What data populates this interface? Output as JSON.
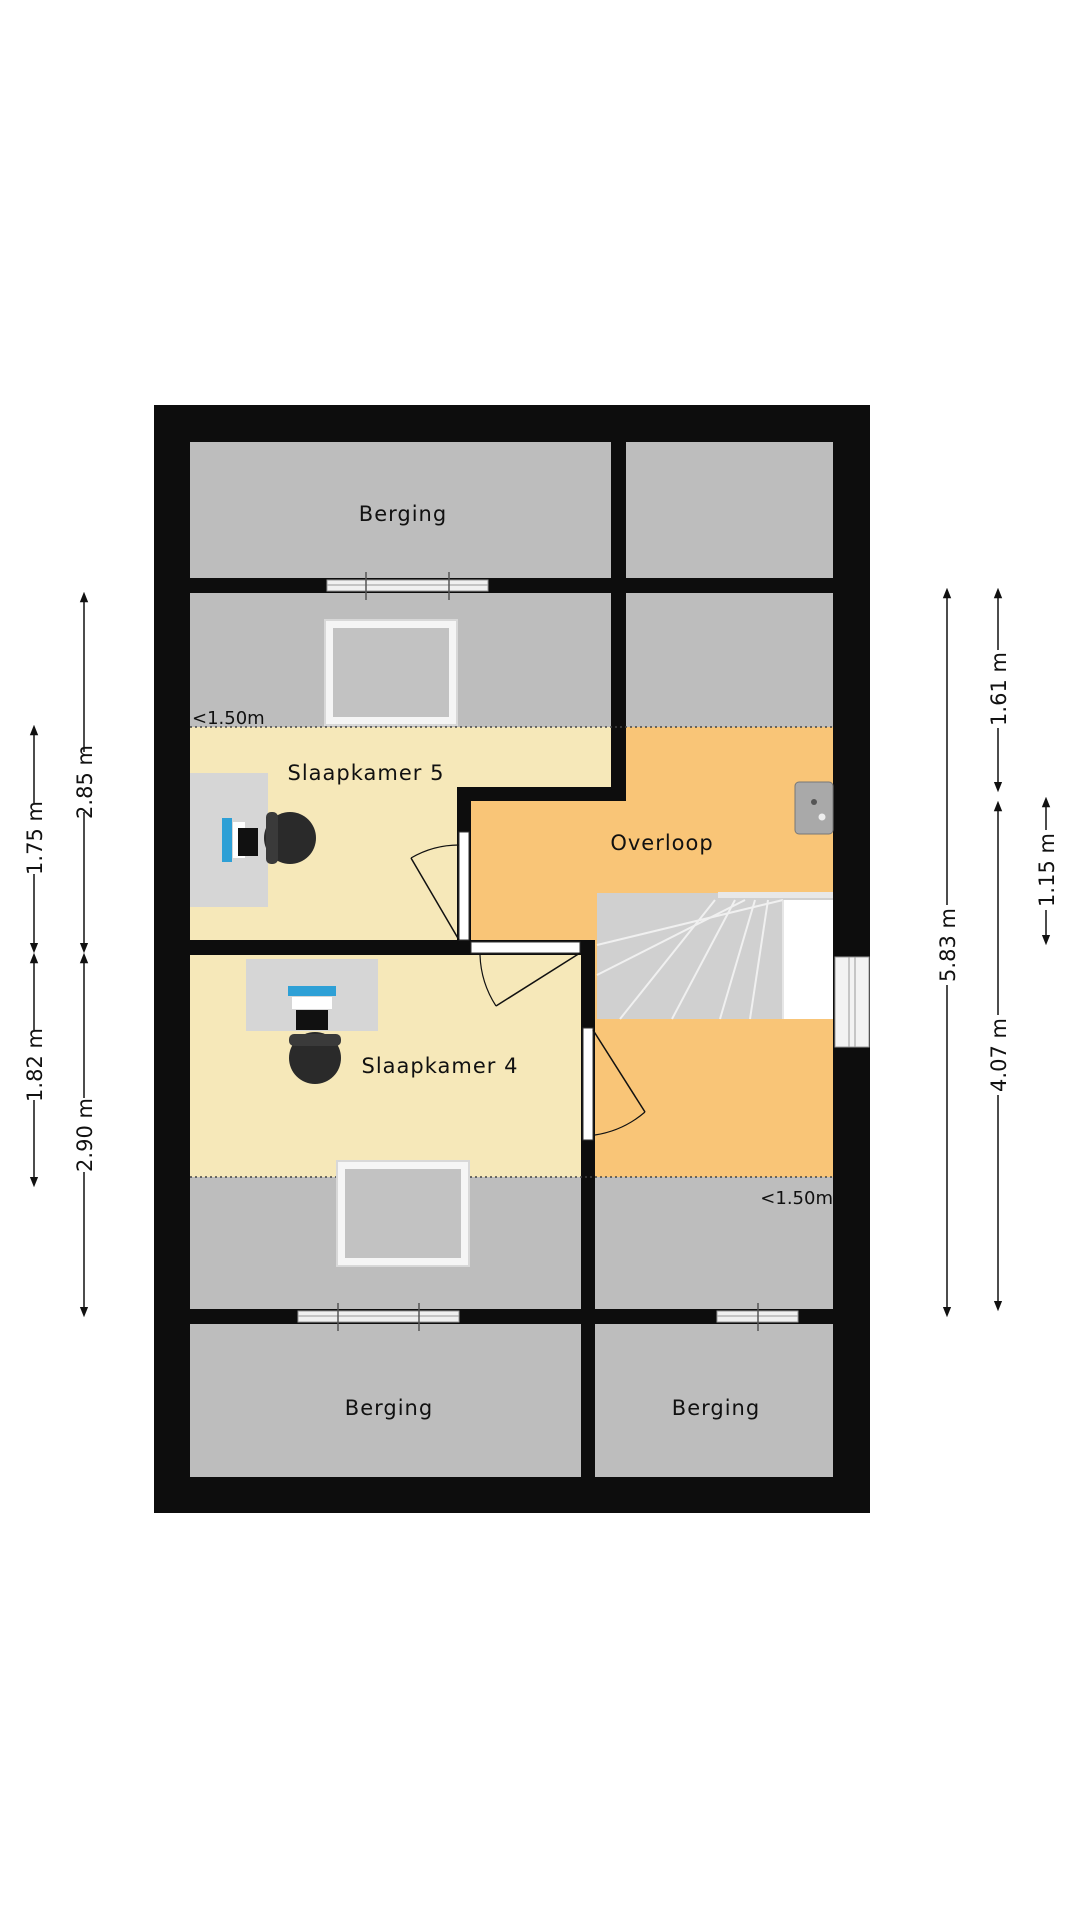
{
  "rooms": {
    "berging_top": "Berging",
    "slaapkamer5": "Slaapkamer 5",
    "overloop": "Overloop",
    "slaapkamer4": "Slaapkamer 4",
    "berging_bottom_left": "Berging",
    "berging_bottom_right": "Berging"
  },
  "height_notes": {
    "top_left": "<1.50m",
    "bottom_right": "<1.50m"
  },
  "dimensions": {
    "left": {
      "outer_top": "2.85 m",
      "inner_top": "1.75 m",
      "inner_bottom": "1.82 m",
      "outer_bottom": "2.90 m"
    },
    "right": {
      "total": "5.83 m",
      "upper": "1.61 m",
      "stair": "1.15 m",
      "lower": "4.07 m"
    }
  },
  "colors": {
    "wall": "#0d0d0d",
    "storage": "#bdbdbd",
    "bedroom": "#f6e8b9",
    "landing": "#f9c577"
  }
}
